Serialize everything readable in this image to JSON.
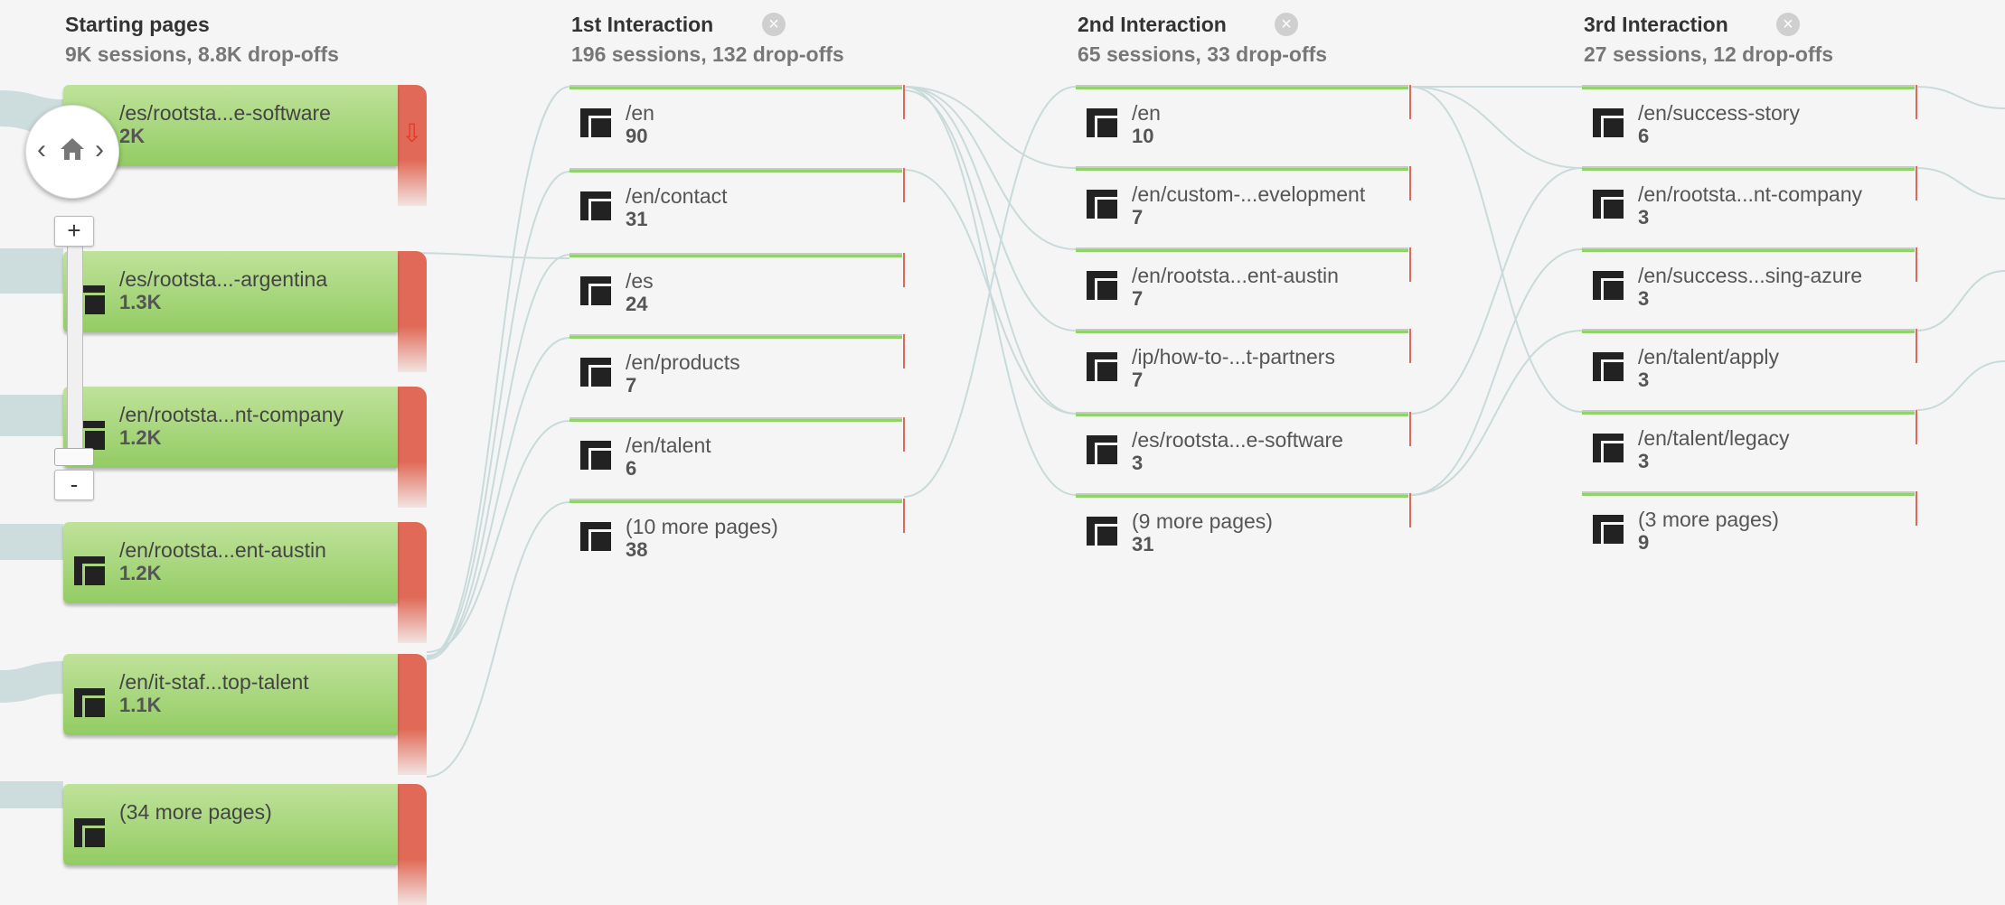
{
  "columns": {
    "starting": {
      "title": "Starting pages",
      "summary": "9K sessions, 8.8K drop-offs"
    },
    "first": {
      "title": "1st Interaction",
      "summary": "196 sessions, 132 drop-offs"
    },
    "second": {
      "title": "2nd Interaction",
      "summary": "65 sessions, 33 drop-offs"
    },
    "third": {
      "title": "3rd Interaction",
      "summary": "27 sessions, 12 drop-offs"
    }
  },
  "starting_pages": [
    {
      "label": "/es/rootsta...e-software",
      "count": "2K"
    },
    {
      "label": "/es/rootsta...-argentina",
      "count": "1.3K"
    },
    {
      "label": "/en/rootsta...nt-company",
      "count": "1.2K"
    },
    {
      "label": "/en/rootsta...ent-austin",
      "count": "1.2K"
    },
    {
      "label": "/en/it-staf...top-talent",
      "count": "1.1K"
    },
    {
      "label": "(34 more pages)",
      "count": ""
    }
  ],
  "first_interaction": [
    {
      "label": "/en",
      "count": "90"
    },
    {
      "label": "/en/contact",
      "count": "31"
    },
    {
      "label": "/es",
      "count": "24"
    },
    {
      "label": "/en/products",
      "count": "7"
    },
    {
      "label": "/en/talent",
      "count": "6"
    },
    {
      "label": "(10 more pages)",
      "count": "38"
    }
  ],
  "second_interaction": [
    {
      "label": "/en",
      "count": "10"
    },
    {
      "label": "/en/custom-...evelopment",
      "count": "7"
    },
    {
      "label": "/en/rootsta...ent-austin",
      "count": "7"
    },
    {
      "label": "/ip/how-to-...t-partners",
      "count": "7"
    },
    {
      "label": "/es/rootsta...e-software",
      "count": "3"
    },
    {
      "label": "(9 more pages)",
      "count": "31"
    }
  ],
  "third_interaction": [
    {
      "label": "/en/success-story",
      "count": "6"
    },
    {
      "label": "/en/rootsta...nt-company",
      "count": "3"
    },
    {
      "label": "/en/success...sing-azure",
      "count": "3"
    },
    {
      "label": "/en/talent/apply",
      "count": "3"
    },
    {
      "label": "/en/talent/legacy",
      "count": "3"
    },
    {
      "label": "(3 more pages)",
      "count": "9"
    }
  ],
  "navigator": {
    "zoom_in": "+",
    "zoom_out": "-",
    "prev": "‹",
    "next": "›"
  },
  "colors": {
    "node_green": "#93cc63",
    "dropoff_red": "#e06a57",
    "flow": "#c9dada"
  }
}
